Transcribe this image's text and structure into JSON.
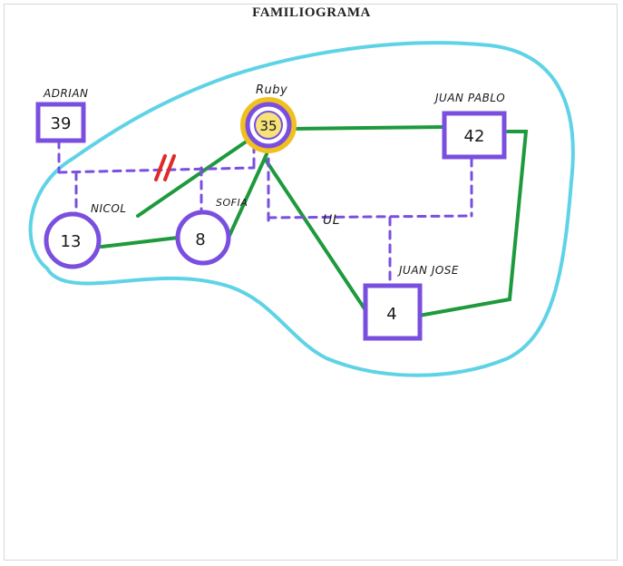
{
  "title": "FAMILIOGRAMA",
  "members": {
    "adrian": {
      "name": "ADRIAN",
      "age": "39",
      "sex": "male"
    },
    "ruby": {
      "name": "Ruby",
      "age": "35",
      "sex": "female",
      "index_person": true
    },
    "juan_pablo": {
      "name": "JUAN PABLO",
      "age": "42",
      "sex": "male"
    },
    "nicol": {
      "name": "NICOL",
      "age": "13",
      "sex": "female"
    },
    "sofia": {
      "name": "SOFIA",
      "age": "8",
      "sex": "female"
    },
    "juan_jose": {
      "name": "JUAN JOSE",
      "age": "4",
      "sex": "male"
    }
  },
  "annotations": {
    "union_free": "UL"
  },
  "colors": {
    "household_boundary": "#5fd3e6",
    "member_outline": "#7a4fe0",
    "close_relationship": "#1e9a3c",
    "separation_mark": "#e02a2a",
    "index_highlight": "#f0c020"
  }
}
